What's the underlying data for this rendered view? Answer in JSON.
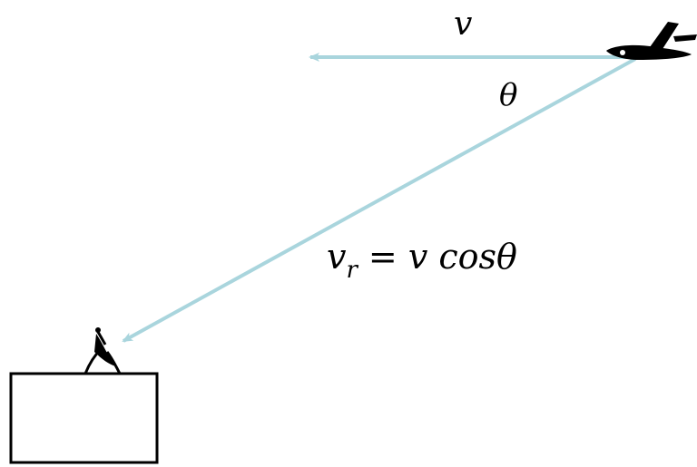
{
  "diagram": {
    "labels": {
      "velocity": "v",
      "angle": "θ",
      "radial_velocity_base": "v",
      "radial_velocity_subscript": "r",
      "equation_rhs": "= v cosθ"
    },
    "icons": {
      "aircraft": "airplane-icon",
      "radar_antenna": "radar-dish-icon",
      "ground_station": "radar-station-box"
    },
    "colors": {
      "arrow": "#a9d5dd",
      "ink": "#000000",
      "background": "#ffffff"
    }
  }
}
